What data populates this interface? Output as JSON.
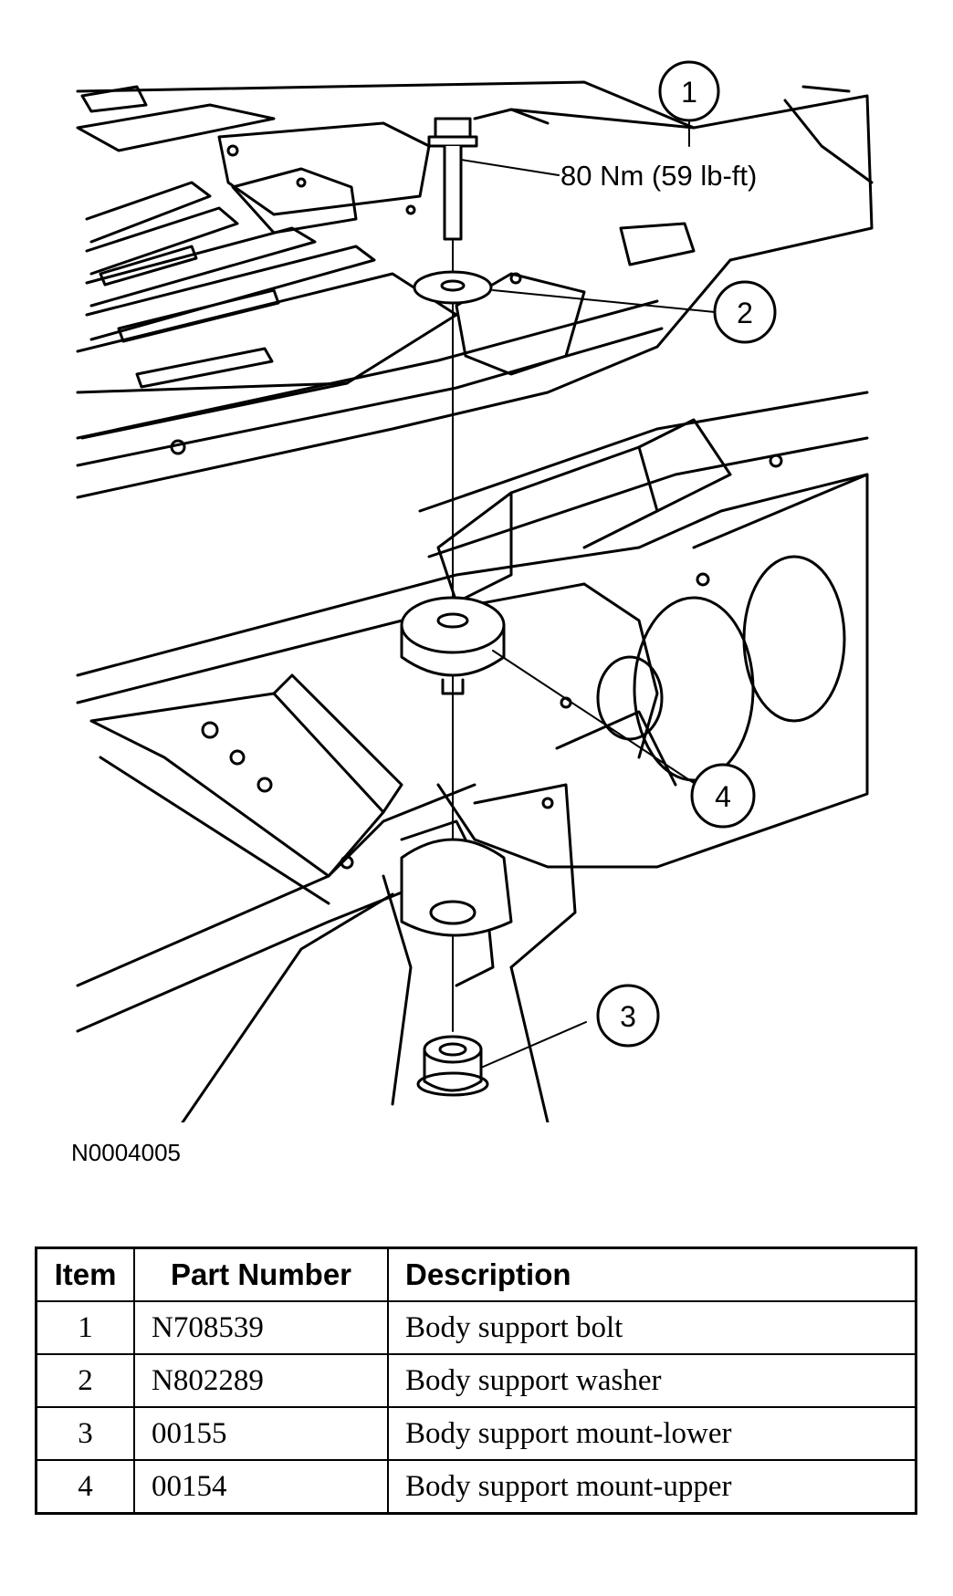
{
  "callouts": [
    {
      "number": "1"
    },
    {
      "number": "2"
    },
    {
      "number": "3"
    },
    {
      "number": "4"
    }
  ],
  "torque_label": "80 Nm (59 lb-ft)",
  "figure_id": "N0004005",
  "table": {
    "headers": [
      "Item",
      "Part Number",
      "Description"
    ],
    "rows": [
      {
        "item": "1",
        "part_number": "N708539",
        "description": "Body support bolt"
      },
      {
        "item": "2",
        "part_number": "N802289",
        "description": "Body support washer"
      },
      {
        "item": "3",
        "part_number": "00155",
        "description": "Body support mount-lower"
      },
      {
        "item": "4",
        "part_number": "00154",
        "description": "Body support mount-upper"
      }
    ]
  }
}
